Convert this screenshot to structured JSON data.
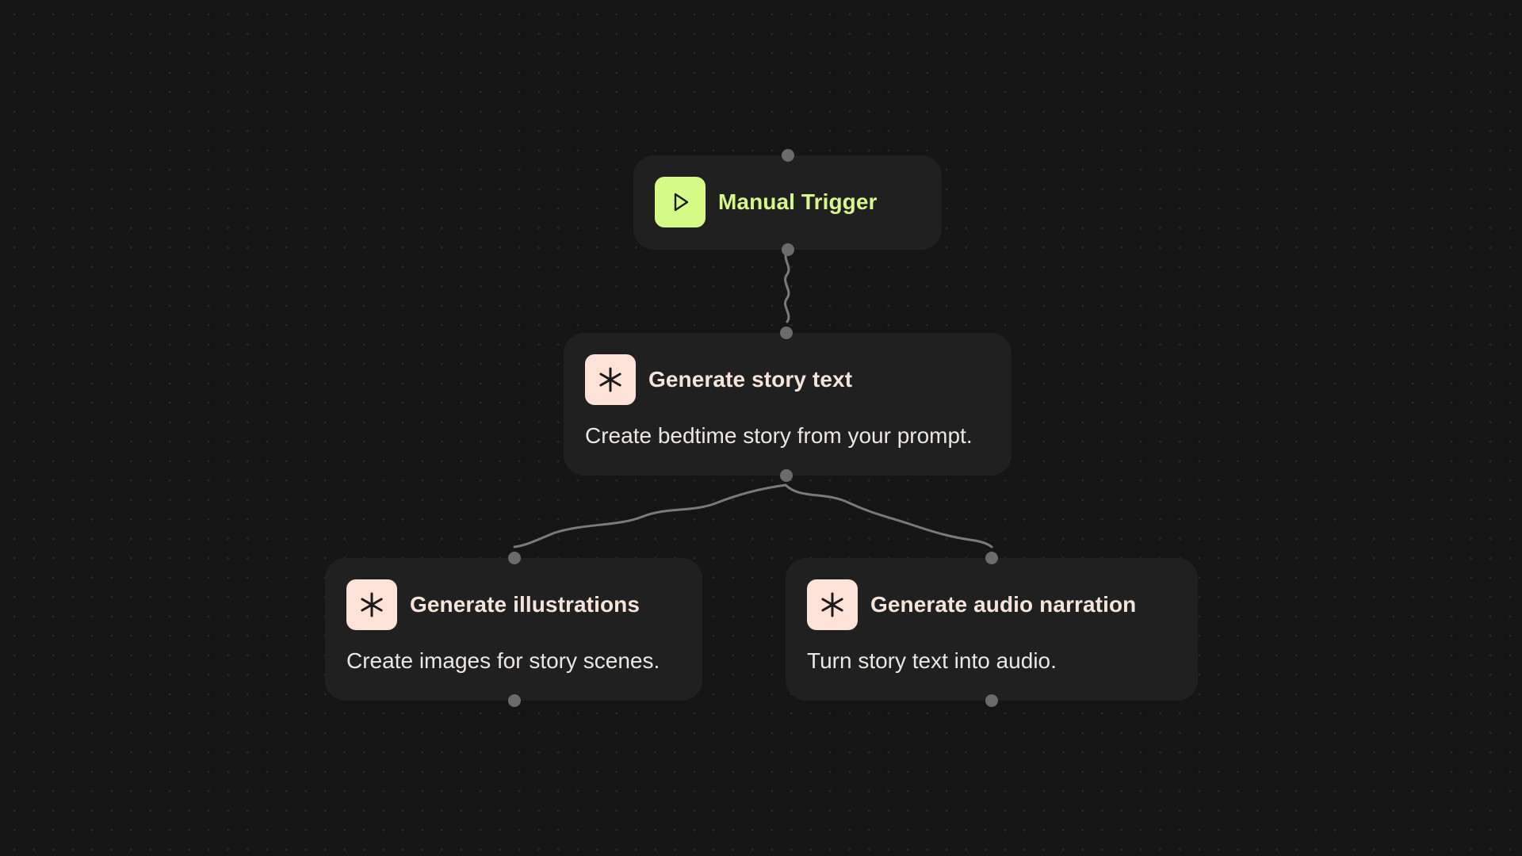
{
  "canvas": {
    "background": "#151515",
    "dot_color": "#2a2a2a"
  },
  "colors": {
    "trigger_accent": "#d5fb86",
    "ai_icon_background": "#fde3d7",
    "node_background": "#202020",
    "edge_color": "#7a7a7a"
  },
  "nodes": {
    "manual_trigger": {
      "title": "Manual Trigger",
      "icon": "play-icon"
    },
    "story_text": {
      "title": "Generate story text",
      "description": "Create bedtime story from your prompt.",
      "icon": "asterisk-icon"
    },
    "illustrations": {
      "title": "Generate illustrations",
      "description": "Create images for story scenes.",
      "icon": "asterisk-icon"
    },
    "audio_narration": {
      "title": "Generate audio narration",
      "description": "Turn story text into audio.",
      "icon": "asterisk-icon"
    }
  }
}
